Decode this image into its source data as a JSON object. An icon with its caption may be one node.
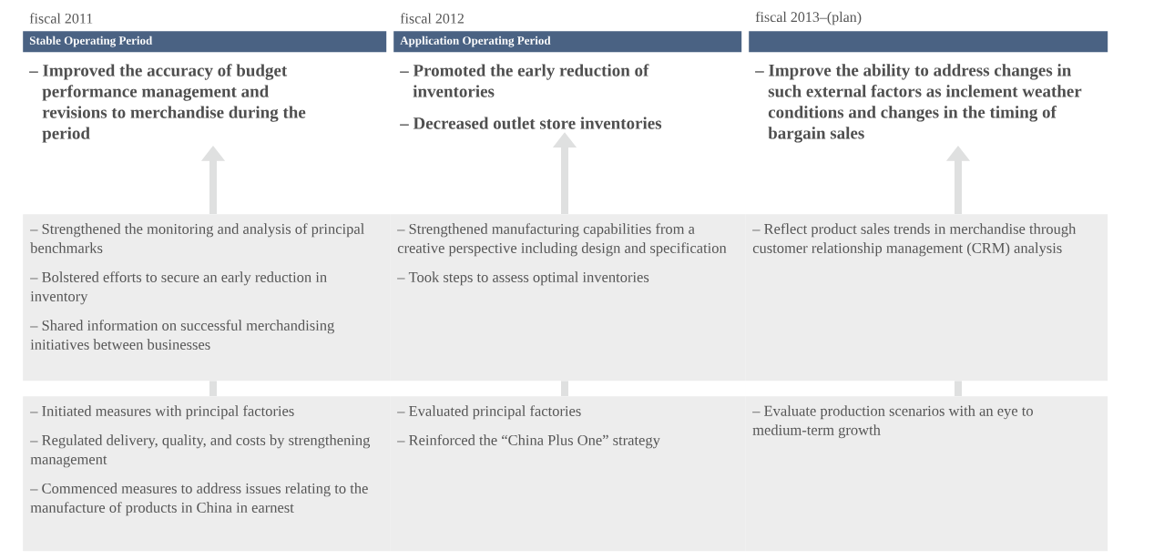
{
  "diagram": {
    "nodes": [
      {
        "text": [
          "fiscal 2011",
          "Stable Operating Period"
        ]
      },
      {
        "text": [
          "fiscal 2012",
          "Application Operating Period"
        ]
      },
      {
        "text": [
          "fiscal 2013–(plan)"
        ]
      },
      {
        "text": [
          "– Improved the accuracy of budget performance management and revisions to merchandise during the period"
        ]
      },
      {
        "text": [
          "– Promoted the early reduction of inventories",
          "– Decreased outlet store inventories"
        ]
      },
      {
        "text": [
          "– Improve the ability to address changes in such external factors as inclement weather conditions and changes in the timing of bargain sales"
        ]
      },
      {
        "text": [
          "– Strengthened the monitoring and analysis of principal benchmarks",
          "– Bolstered efforts to secure an early reduction in inventory",
          "– Shared information on successful merchandising initiatives between businesses"
        ]
      },
      {
        "text": [
          "– Strengthened manufacturing capabilities from a creative perspective including design and specification",
          "– Took steps to assess optimal inventories"
        ]
      },
      {
        "text": [
          "– Reflect product sales trends in merchandise through customer relationship management (CRM) analysis"
        ]
      },
      {
        "text": [
          "– Initiated measures with principal factories",
          "– Regulated delivery, quality, and costs by strengthening management",
          "– Commenced measures to address issues relating to the manufacture of products in China in earnest"
        ]
      },
      {
        "text": [
          "– Evaluated principal factories",
          "– Reinforced the “China Plus One” strategy"
        ]
      },
      {
        "text": [
          "– Evaluate production scenarios with an eye to medium-term growth"
        ]
      }
    ],
    "edges": [
      {
        "from": 6,
        "to": 3,
        "arrow": "to"
      },
      {
        "from": 7,
        "to": 4,
        "arrow": "to"
      },
      {
        "from": 8,
        "to": 5,
        "arrow": "to"
      },
      {
        "from": 9,
        "to": 6,
        "arrow": "none"
      },
      {
        "from": 10,
        "to": 7,
        "arrow": "none"
      },
      {
        "from": 11,
        "to": 8,
        "arrow": "none"
      }
    ]
  }
}
